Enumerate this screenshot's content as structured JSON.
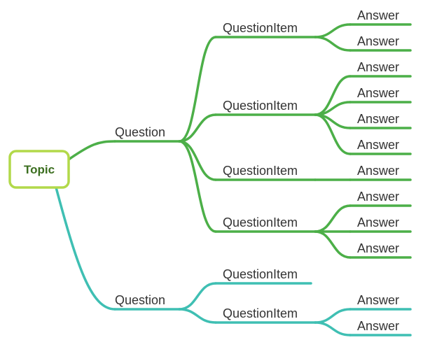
{
  "colors": {
    "topic_border": "#b2d94a",
    "green_branch": "#4caf48",
    "teal_branch": "#3fbfb3",
    "text": "#333333",
    "topic_text": "#3b6e1f"
  },
  "topic": {
    "label": "Topic"
  },
  "questions": [
    {
      "label": "Question",
      "color": "#4caf48",
      "items": [
        {
          "label": "QuestionItem",
          "answers": [
            "Answer",
            "Answer"
          ]
        },
        {
          "label": "QuestionItem",
          "answers": [
            "Answer",
            "Answer",
            "Answer",
            "Answer"
          ]
        },
        {
          "label": "QuestionItem",
          "answers": [
            "Answer"
          ]
        },
        {
          "label": "QuestionItem",
          "answers": [
            "Answer",
            "Answer",
            "Answer"
          ]
        }
      ]
    },
    {
      "label": "Question",
      "color": "#3fbfb3",
      "items": [
        {
          "label": "QuestionItem",
          "answers": []
        },
        {
          "label": "QuestionItem",
          "answers": [
            "Answer",
            "Answer"
          ]
        }
      ]
    }
  ]
}
